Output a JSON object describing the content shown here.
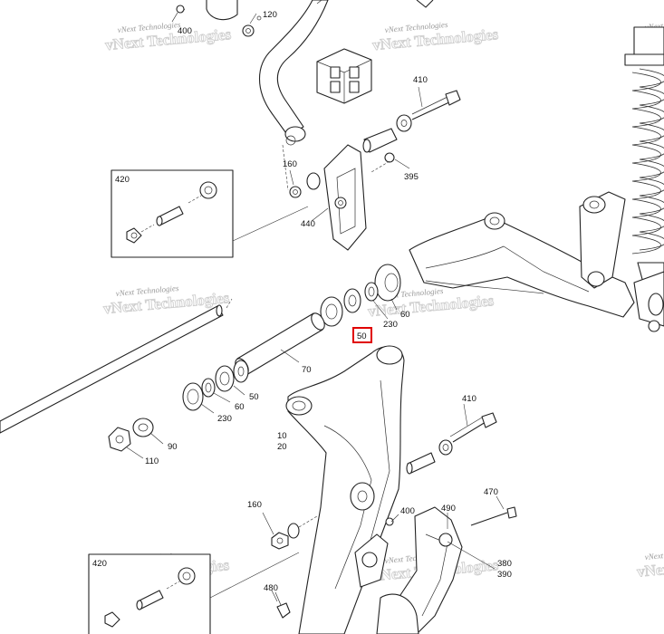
{
  "watermark": "vNext Technologies",
  "highlight_color": "#e00000",
  "highlight_part": "50",
  "part_labels": {
    "p120": "120",
    "p400a": "400",
    "p410a": "410",
    "p395": "395",
    "p160a": "160",
    "p440": "440",
    "p420a": "420",
    "p230a": "230",
    "p60a": "60",
    "p50hl": "50",
    "p70": "70",
    "p50b": "50",
    "p60b": "60",
    "p230b": "230",
    "p90": "90",
    "p110": "110",
    "p10": "10",
    "p20": "20",
    "p410b": "410",
    "p160b": "160",
    "p400b": "400",
    "p490": "490",
    "p470": "470",
    "p420b": "420",
    "p380": "380",
    "p390": "390",
    "p480": "480"
  }
}
